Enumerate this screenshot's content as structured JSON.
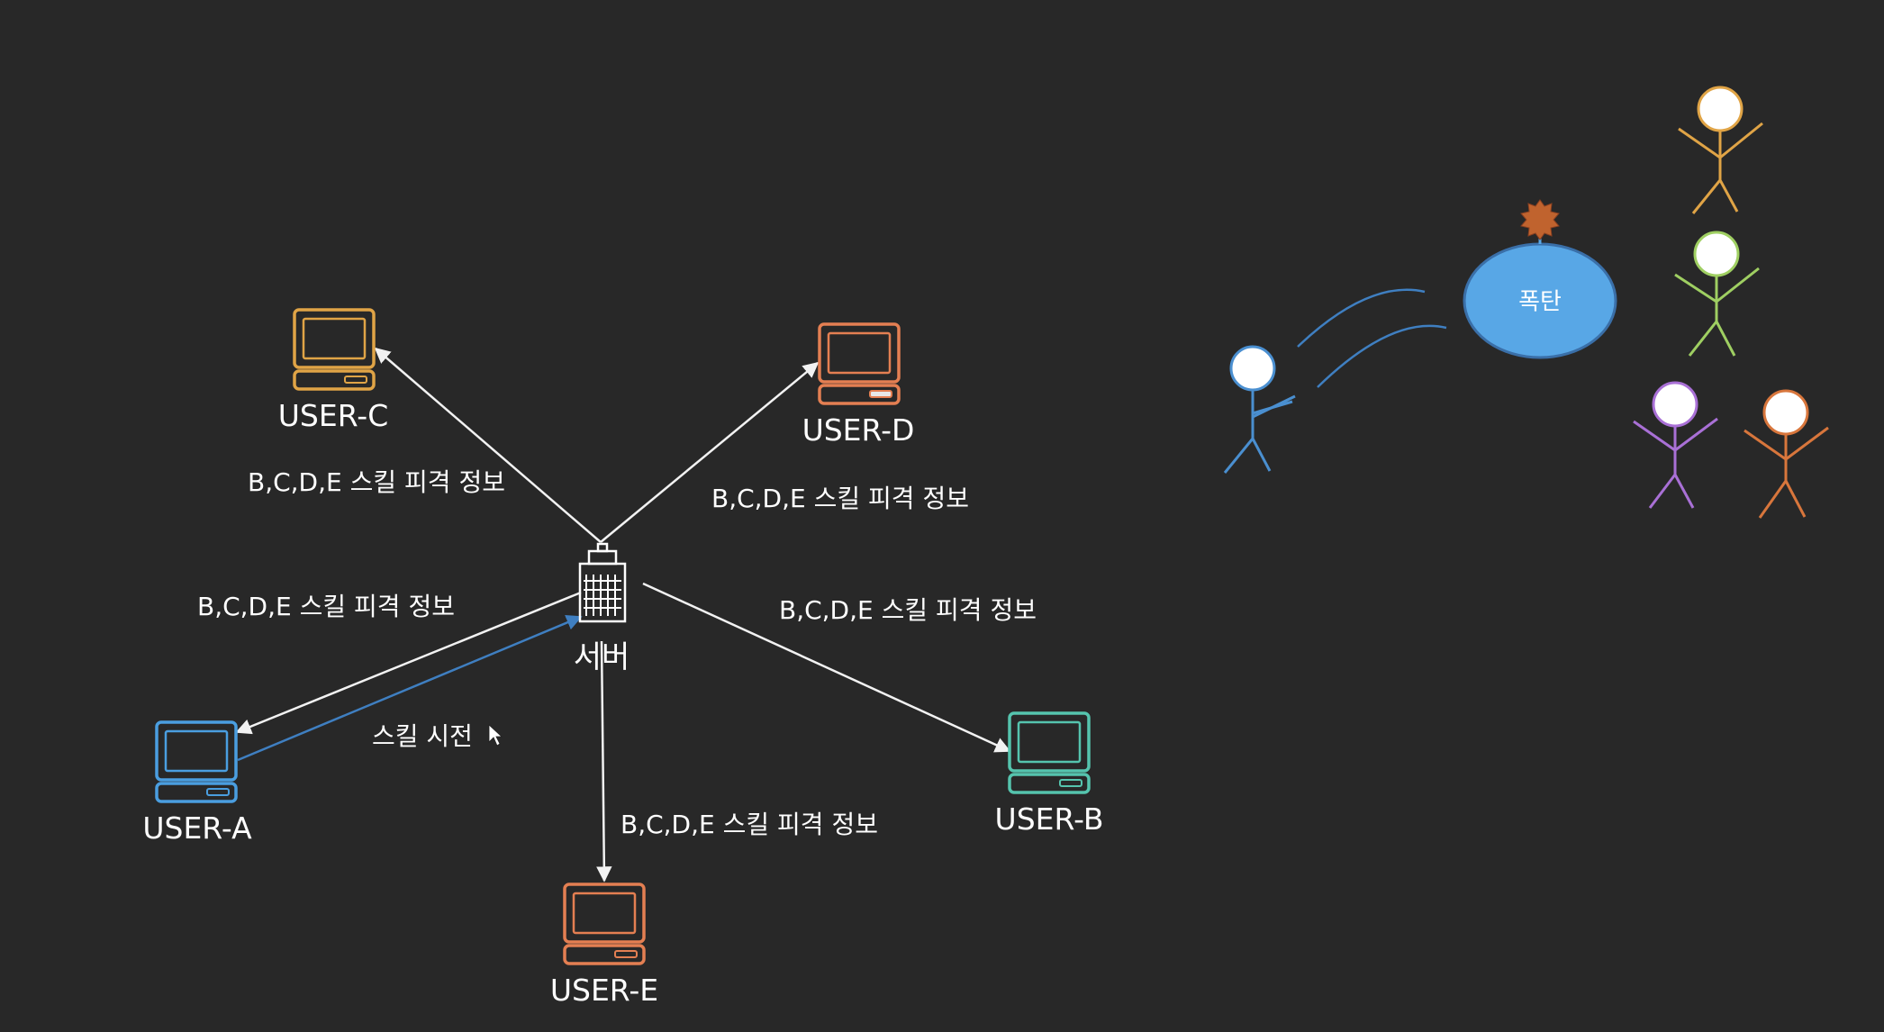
{
  "colors": {
    "background": "#282828",
    "arrow": "#f2f2f2",
    "skill_cast_arrow": "#3f7fc1",
    "user_a": "#4a9ee0",
    "user_b": "#55c4ae",
    "user_c": "#e0a446",
    "user_d": "#e47f52",
    "user_e": "#e47f52",
    "bomb": "#58a7e6",
    "bomb_outline": "#3a6fa8",
    "fuse_spark": "#c0632e",
    "thrower": "#4a8fd0",
    "target_1": "#e0a446",
    "target_2": "#9fcf62",
    "target_3": "#a970d6",
    "target_4": "#d8763c"
  },
  "server": {
    "label": "서버",
    "icon": "building-icon"
  },
  "users": {
    "a": {
      "label": "USER-A",
      "icon": "computer-icon"
    },
    "b": {
      "label": "USER-B",
      "icon": "computer-icon"
    },
    "c": {
      "label": "USER-C",
      "icon": "computer-icon"
    },
    "d": {
      "label": "USER-D",
      "icon": "computer-icon"
    },
    "e": {
      "label": "USER-E",
      "icon": "computer-icon"
    }
  },
  "edges": {
    "to_c": "B,C,D,E 스킬 피격 정보",
    "to_d": "B,C,D,E 스킬 피격 정보",
    "to_a": "B,C,D,E 스킬 피격 정보",
    "to_b": "B,C,D,E 스킬 피격 정보",
    "to_e": "B,C,D,E 스킬 피격 정보",
    "skill_cast": "스킬 시전"
  },
  "illustration": {
    "bomb_label": "폭탄",
    "figures": [
      "thrower",
      "target-orange",
      "target-green",
      "target-purple",
      "target-brown"
    ]
  }
}
